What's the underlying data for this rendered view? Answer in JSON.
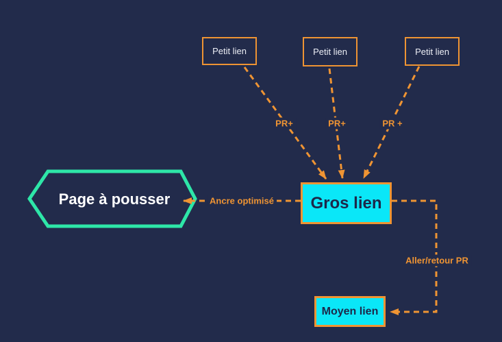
{
  "diagram": {
    "nodes": {
      "petit1": {
        "label": "Petit lien"
      },
      "petit2": {
        "label": "Petit lien"
      },
      "petit3": {
        "label": "Petit lien"
      },
      "gros": {
        "label": "Gros lien"
      },
      "moyen": {
        "label": "Moyen lien"
      },
      "page": {
        "label": "Page à pousser"
      }
    },
    "edge_labels": {
      "pr1": "PR+",
      "pr2": "PR+",
      "pr3": "PR +",
      "ancre": "Ancre optimisé",
      "aller": "Aller/retour PR"
    },
    "colors": {
      "background": "#222b4b",
      "arrow_orange": "#ef9433",
      "node_cyan": "#0ae7f8",
      "hexagon_green": "#2ee6a8",
      "dark_text": "#1d2749",
      "light_text": "#eceef5"
    }
  }
}
